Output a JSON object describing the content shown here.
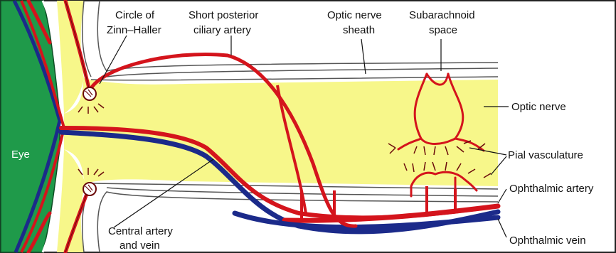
{
  "labels": {
    "circle_of_zinn_haller": [
      "Circle of",
      "Zinn–Haller"
    ],
    "short_posterior_ciliary_artery": [
      "Short posterior",
      "ciliary artery"
    ],
    "optic_nerve_sheath": [
      "Optic nerve",
      "sheath"
    ],
    "subarachnoid_space": [
      "Subarachnoid",
      "space"
    ],
    "optic_nerve": "Optic nerve",
    "eye": "Eye",
    "pial_vasculature": "Pial vasculature",
    "ophthalmic_artery": "Ophthalmic artery",
    "central_artery_and_vein": [
      "Central artery",
      "and vein"
    ],
    "ophthalmic_vein": "Ophthalmic vein"
  },
  "colors": {
    "eye_green": "#1f9a4a",
    "nerve_yellow": "#f7f78a",
    "artery_red": "#d4141c",
    "artery_outline": "#6a0a0a",
    "vein_blue": "#1b2a8a",
    "sheath_line": "#555555"
  }
}
